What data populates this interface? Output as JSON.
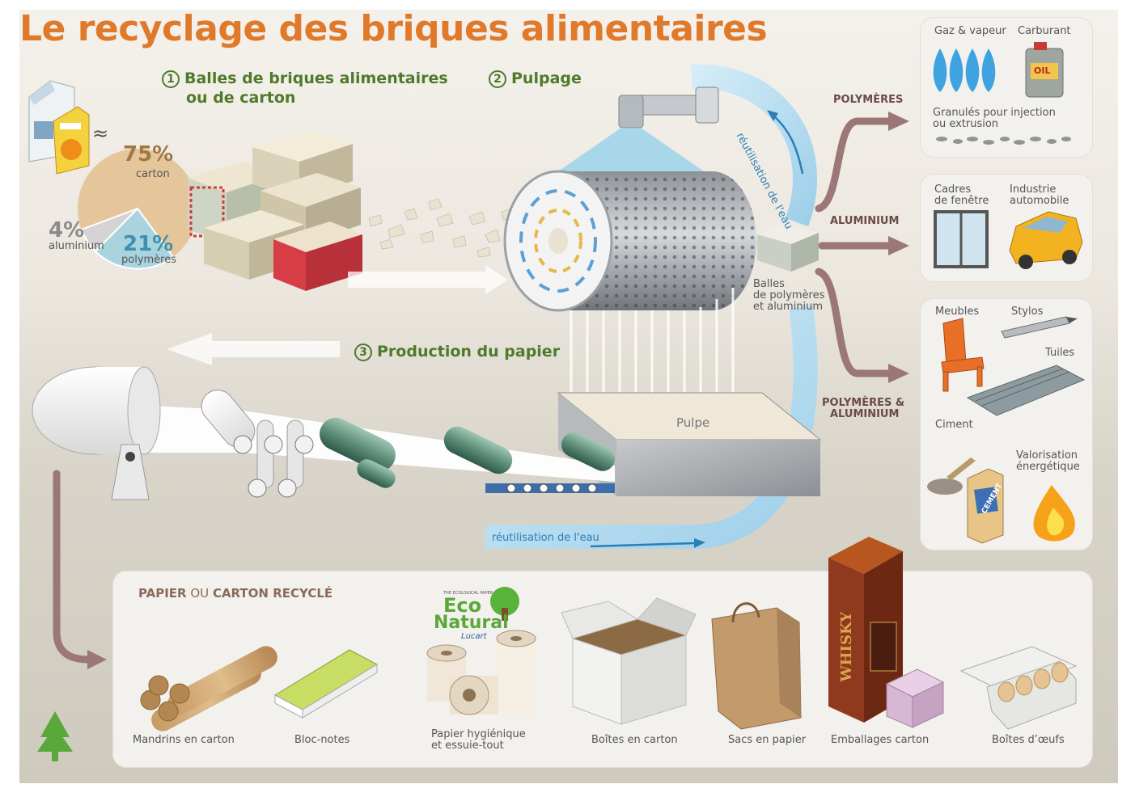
{
  "title": "Le recyclage des briques alimentaires",
  "steps": {
    "s1_num": "1",
    "s1_line1": "Balles de briques alimentaires",
    "s1_line2": "ou de carton",
    "s2_num": "2",
    "s2": "Pulpage",
    "s3_num": "3",
    "s3": "Production du papier"
  },
  "composition": {
    "approx": "≈",
    "carton_pct": "75%",
    "carton_lbl": "carton",
    "alu_pct": "4%",
    "alu_lbl": "aluminium",
    "poly_pct": "21%",
    "poly_lbl": "polymères",
    "values": [
      75,
      4,
      21
    ]
  },
  "labels": {
    "reuse_water_top": "réutilisation de l'eau",
    "reuse_water_bottom": "réutilisation de l'eau",
    "bales_l1": "Balles",
    "bales_l2": "de polymères",
    "bales_l3": "et aluminium",
    "pulp": "Pulpe"
  },
  "outputs": {
    "polymers": "POLYMÈRES",
    "aluminium": "ALUMINIUM",
    "poly_alu_l1": "POLYMÈRES &",
    "poly_alu_l2": "ALUMINIUM",
    "gas": "Gaz & vapeur",
    "fuel": "Carburant",
    "oil": "OIL",
    "granules_l1": "Granulés pour injection",
    "granules_l2": "ou extrusion",
    "frames_l1": "Cadres",
    "frames_l2": "de fenêtre",
    "auto_l1": "Industrie",
    "auto_l2": "automobile",
    "furniture": "Meubles",
    "pens": "Stylos",
    "tiles": "Tuiles",
    "cement": "Ciment",
    "cement_bag": "CEMENT",
    "energy_l1": "Valorisation",
    "energy_l2": "énergétique"
  },
  "recycled": {
    "heading_a": "PAPIER",
    "heading_b": " OU ",
    "heading_c": "CARTON RECYCLÉ",
    "brand_small": "THE ECOLOGICAL PAPER",
    "brand_eco": "Eco",
    "brand_natural": "Natural",
    "brand_lucart": "Lucart",
    "whisky": "WHISKY",
    "items": {
      "tubes": "Mandrins en carton",
      "notepad": "Bloc-notes",
      "tissue_l1": "Papier hygiénique",
      "tissue_l2": "et essuie-tout",
      "boxes": "Boîtes en carton",
      "bags": "Sacs en papier",
      "packaging": "Emballages carton",
      "eggs": "Boîtes d’œufs"
    }
  },
  "colors": {
    "title": "#e07a2a",
    "step": "#4f7a2a",
    "arrow": "#9c7777",
    "water": "#2a7fb5",
    "carton": "#e5c59a",
    "poly": "#a9d3de",
    "alu": "#c9c9c9"
  }
}
